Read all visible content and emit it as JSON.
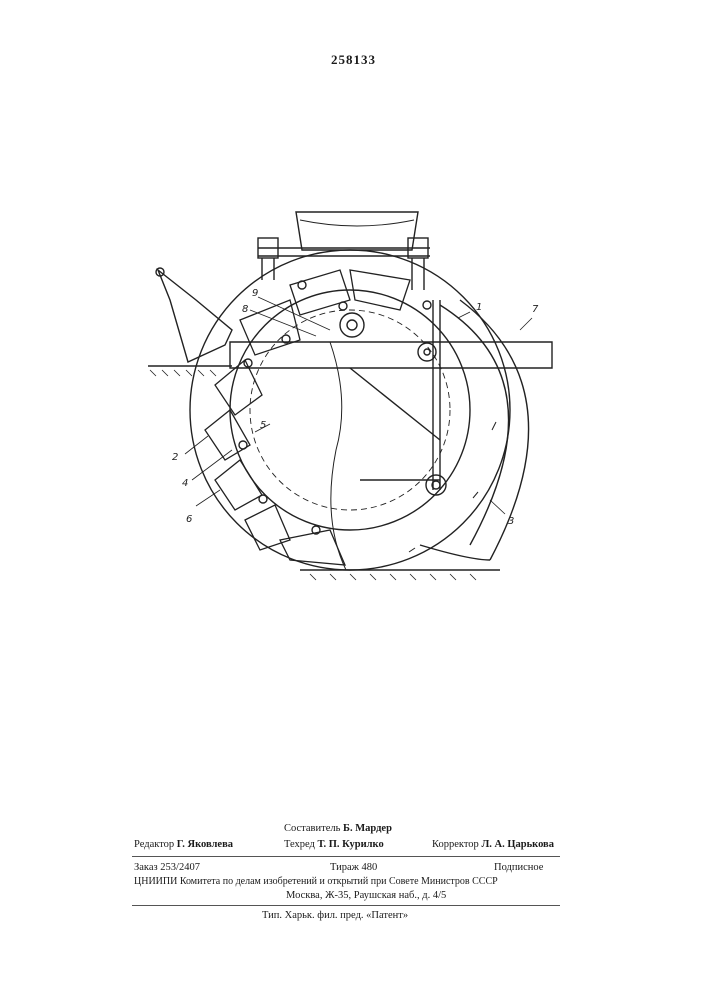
{
  "document": {
    "patent_number": "258133",
    "figure_labels": [
      "1",
      "2",
      "3",
      "4",
      "5",
      "6",
      "7",
      "8",
      "9"
    ]
  },
  "credits": {
    "compiler_label": "Составитель",
    "compiler_name": "Б. Мардер",
    "editor_label": "Редактор",
    "editor_name": "Г. Яковлева",
    "techred_label": "Техред",
    "techred_name": "Т. П. Курилко",
    "corrector_label": "Корректор",
    "corrector_name": "Л. А. Царькова"
  },
  "imprint": {
    "order": "Заказ 253/2407",
    "circulation": "Тираж 480",
    "subscription": "Подписное",
    "institute": "ЦНИИПИ Комитета по делам изобретений и открытий при Совете Министров СССР",
    "address": "Москва, Ж-35, Раушская наб., д. 4/5",
    "printer": "Тип. Харьк. фил. пред. «Патент»"
  }
}
